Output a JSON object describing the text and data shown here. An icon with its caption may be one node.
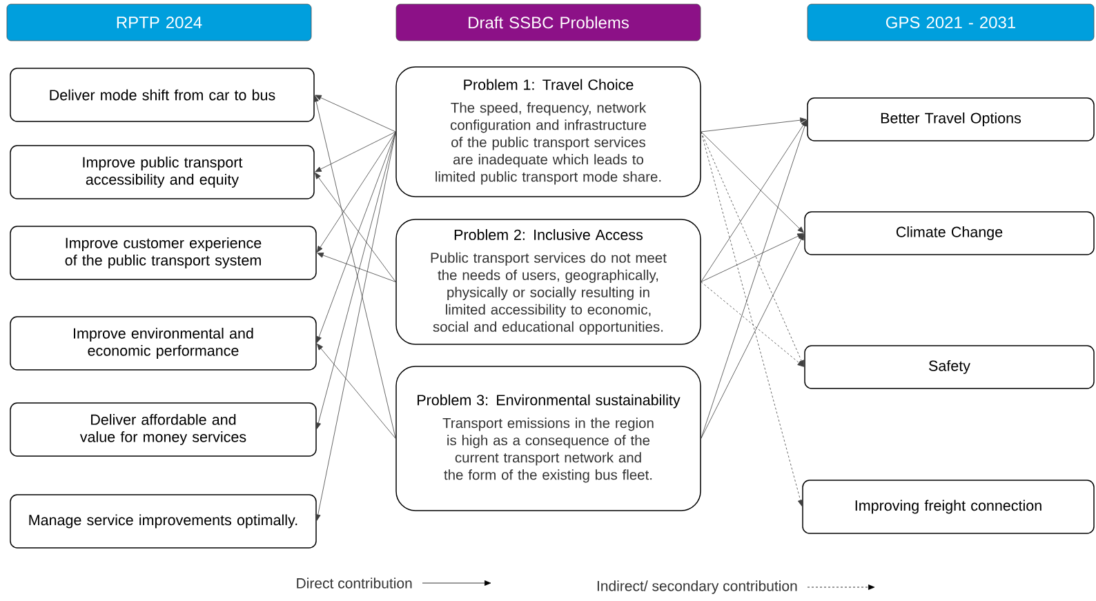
{
  "diagram": {
    "nodes": [
      {
        "text": [
          "RPTP 2024"
        ]
      },
      {
        "text": [
          "Draft SSBC Problems"
        ]
      },
      {
        "text": [
          "GPS 2021 - 2031"
        ]
      },
      {
        "text": [
          "Deliver mode shift from car to bus"
        ]
      },
      {
        "text": [
          "Improve public transport accessibility and equity"
        ]
      },
      {
        "text": [
          "Improve customer experience of the public transport system"
        ]
      },
      {
        "text": [
          "Improve environmental and economic performance"
        ]
      },
      {
        "text": [
          "Deliver affordable and value for money services"
        ]
      },
      {
        "text": [
          "Manage service improvements optimally."
        ]
      },
      {
        "text": [
          "Problem 1: Travel Choice",
          "The speed, frequency, network configuration and infrastructure of the public transport services are inadequate which leads to limited public transport mode share."
        ]
      },
      {
        "text": [
          "Problem 2: Inclusive Access",
          "Public transport services do not meet the needs of users, geographically, physically or socially resulting in limited accessibility to economic, social and educational opportunities."
        ]
      },
      {
        "text": [
          "Problem 3: Environmental sustainability",
          "Transport emissions in the region is high as a consequence of the current transport network and the form of the existing bus fleet."
        ]
      },
      {
        "text": [
          "Better Travel Options"
        ]
      },
      {
        "text": [
          "Climate Change"
        ]
      },
      {
        "text": [
          "Safety"
        ]
      },
      {
        "text": [
          "Improving freight connection"
        ]
      }
    ],
    "edges": [
      {
        "from": 9,
        "to": 3,
        "arrow": "to"
      },
      {
        "from": 9,
        "to": 4,
        "arrow": "to"
      },
      {
        "from": 9,
        "to": 5,
        "arrow": "to"
      },
      {
        "from": 9,
        "to": 6,
        "arrow": "to"
      },
      {
        "from": 9,
        "to": 7,
        "arrow": "to"
      },
      {
        "from": 9,
        "to": 8,
        "arrow": "to"
      },
      {
        "from": 10,
        "to": 4,
        "arrow": "to"
      },
      {
        "from": 10,
        "to": 5,
        "arrow": "to"
      },
      {
        "from": 11,
        "to": 3,
        "arrow": "to"
      },
      {
        "from": 11,
        "to": 6,
        "arrow": "to"
      },
      {
        "from": 9,
        "to": 12,
        "arrow": "to"
      },
      {
        "from": 9,
        "to": 13,
        "arrow": "to"
      },
      {
        "from": 9,
        "to": 14,
        "arrow": "to",
        "style": "dashed"
      },
      {
        "from": 9,
        "to": 15,
        "arrow": "to",
        "style": "dashed"
      },
      {
        "from": 10,
        "to": 12,
        "arrow": "to"
      },
      {
        "from": 10,
        "to": 13,
        "arrow": "to"
      },
      {
        "from": 10,
        "to": 14,
        "arrow": "to",
        "style": "dashed"
      },
      {
        "from": 11,
        "to": 12,
        "arrow": "to"
      },
      {
        "from": 11,
        "to": 13,
        "arrow": "to"
      }
    ],
    "legend": [
      {
        "text": "Direct contribution"
      },
      {
        "text": "Indirect/ secondary contribution"
      }
    ]
  }
}
